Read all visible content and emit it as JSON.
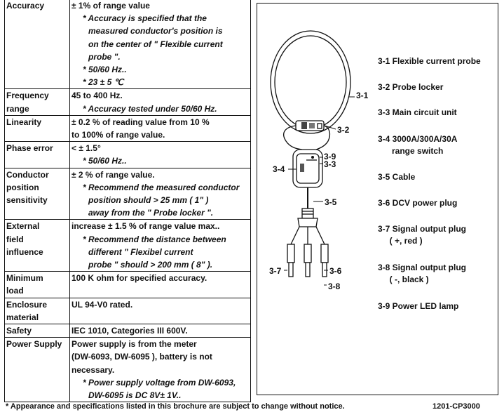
{
  "spec_rows": [
    {
      "label": [
        "Accuracy"
      ],
      "lines": [
        {
          "text": "± 1% of range value"
        },
        {
          "text": "* Accuracy is specified that the",
          "note": true,
          "indent": 1
        },
        {
          "text": "measured conductor's position is",
          "note": true,
          "indent": 2
        },
        {
          "text": "on the center of \" Flexible current",
          "note": true,
          "indent": 2
        },
        {
          "text": "probe \".",
          "note": true,
          "indent": 2
        },
        {
          "text": "* 50/60 Hz..",
          "note": true,
          "indent": 1
        },
        {
          "text": "* 23 ± 5 ℃",
          "note": true,
          "indent": 1
        }
      ]
    },
    {
      "label": [
        "Frequency",
        "range"
      ],
      "lines": [
        {
          "text": "45 to 400 Hz."
        },
        {
          "text": "* Accuracy tested under 50/60 Hz.",
          "note": true,
          "indent": 1
        }
      ]
    },
    {
      "label": [
        "Linearity"
      ],
      "lines": [
        {
          "text": "± 0.2 % of reading value from 10 %"
        },
        {
          "text": "to 100% of range value."
        }
      ]
    },
    {
      "label": [
        "Phase error"
      ],
      "lines": [
        {
          "text": "< ±  1.5°"
        },
        {
          "text": "* 50/60 Hz..",
          "note": true,
          "indent": 1
        }
      ]
    },
    {
      "label": [
        "Conductor",
        "position",
        "sensitivity"
      ],
      "lines": [
        {
          "text": "± 2 % of range value."
        },
        {
          "text": "* Recommend the measured conductor",
          "note": true,
          "indent": 1
        },
        {
          "text": "position should > 25 mm ( 1\" )",
          "note": true,
          "indent": 2
        },
        {
          "text": "away from the \" Probe locker \".",
          "note": true,
          "indent": 2
        }
      ]
    },
    {
      "label": [
        "External",
        "field",
        "influence"
      ],
      "lines": [
        {
          "text": "increase ± 1.5 % of range value max.."
        },
        {
          "text": "* Recommend the distance between",
          "note": true,
          "indent": 1
        },
        {
          "text": "different \"  Flexibel current",
          "note": true,
          "indent": 2
        },
        {
          "text": "probe \" should > 200 mm ( 8\" ).",
          "note": true,
          "indent": 2
        }
      ]
    },
    {
      "label": [
        "Minimum",
        "load"
      ],
      "lines": [
        {
          "text": "100 K ohm  for specified accuracy."
        }
      ]
    },
    {
      "label": [
        "Enclosure",
        "material"
      ],
      "lines": [
        {
          "text": "UL 94-V0 rated."
        }
      ]
    },
    {
      "label": [
        "Safety"
      ],
      "lines": [
        {
          "text": "IEC 1010, Categories III 600V."
        }
      ]
    },
    {
      "label": [
        "Power Supply"
      ],
      "lines": [
        {
          "text": "Power supply is from the meter"
        },
        {
          "text": "(DW-6093, DW-6095 ), battery is not"
        },
        {
          "text": "necessary."
        },
        {
          "text": "* Power supply voltage from DW-6093,",
          "note": true,
          "indent": 1
        },
        {
          "text": "DW-6095 is DC 8V±  1V..",
          "note": true,
          "indent": 2
        }
      ]
    }
  ],
  "callouts": {
    "c31": "3-1",
    "c32": "3-2",
    "c39": "3-9",
    "c33": "3-3",
    "c34": "3-4",
    "c35": "3-5",
    "c37": "3-7",
    "c36": "3-6",
    "c38": "3-8"
  },
  "legend": [
    {
      "lines": [
        "3-1 Flexible current probe"
      ]
    },
    {
      "lines": [
        "3-2 Probe locker"
      ]
    },
    {
      "lines": [
        "3-3 Main circuit unit"
      ]
    },
    {
      "lines": [
        "3-4 3000A/300A/30A",
        "      range switch"
      ]
    },
    {
      "lines": [
        "3-5 Cable"
      ]
    },
    {
      "lines": [
        "3-6 DCV power plug"
      ]
    },
    {
      "lines": [
        "3-7 Signal output plug",
        "     ( +, red )"
      ]
    },
    {
      "lines": [
        "3-8 Signal output plug",
        "     ( -, black )"
      ]
    },
    {
      "lines": [
        "3-9 Power LED lamp"
      ]
    }
  ],
  "footer": {
    "note": "* Appearance and specifications listed in this brochure are subject to change without notice.",
    "code": "1201-CP3000"
  }
}
